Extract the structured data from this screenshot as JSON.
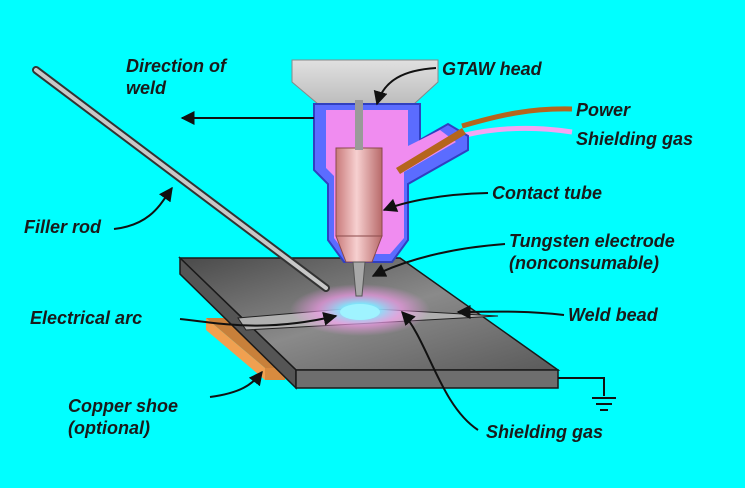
{
  "colors": {
    "background": "#00ffff",
    "torch_body": "#5b6cff",
    "torch_inner": "#f08cf0",
    "contact_tube": "#e7a0a0",
    "power_cable": "#b5651d",
    "gas_hose": "#f3a6f3",
    "plate_top": "#6a6a6a",
    "copper_shoe": "#f0a050",
    "arc_glow": "#7fe8ff",
    "gas_glow": "#ff9cf5"
  },
  "labels": {
    "direction_line1": "Direction of",
    "direction_line2": "weld",
    "gtaw_head": "GTAW head",
    "power": "Power",
    "shielding_gas_top": "Shielding gas",
    "contact_tube": "Contact tube",
    "filler_rod": "Filler rod",
    "tungsten_line1": "Tungsten electrode",
    "tungsten_line2": "(nonconsumable)",
    "electrical_arc": "Electrical arc",
    "weld_bead": "Weld bead",
    "copper_line1": "Copper shoe",
    "copper_line2": "(optional)",
    "shielding_gas_bottom": "Shielding gas"
  },
  "icons": {
    "ground": "ground-symbol-icon",
    "direction_arrow": "arrow-left-icon"
  }
}
